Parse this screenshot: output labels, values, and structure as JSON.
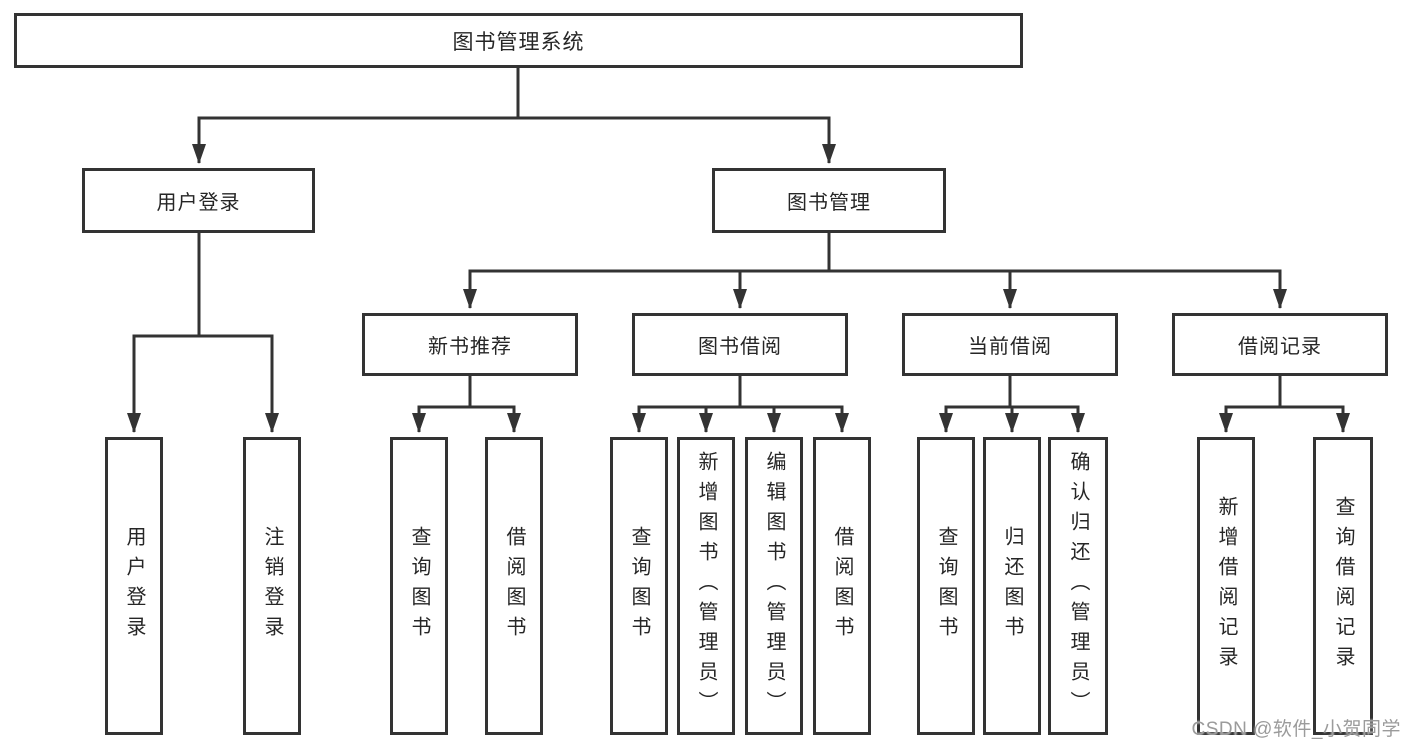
{
  "tree": {
    "root": "图书管理系统",
    "level1": [
      {
        "label": "用户登录",
        "children": [
          "用户登录",
          "注销登录"
        ]
      },
      {
        "label": "图书管理",
        "groups": [
          {
            "label": "新书推荐",
            "children": [
              "查询图书",
              "借阅图书"
            ]
          },
          {
            "label": "图书借阅",
            "children": [
              "查询图书",
              "新增图书（管理员）",
              "编辑图书（管理员）",
              "借阅图书"
            ]
          },
          {
            "label": "当前借阅",
            "children": [
              "查询图书",
              "归还图书",
              "确认归还（管理员）"
            ]
          },
          {
            "label": "借阅记录",
            "children": [
              "新增借阅记录",
              "查询借阅记录"
            ]
          }
        ]
      }
    ]
  },
  "watermark": {
    "text": "CSDN @软件_小贺同学"
  },
  "colors": {
    "line": "#333333",
    "border": "#333333",
    "fill": "#ffffff",
    "text": "#262626",
    "watermark": "#9b9b9b"
  }
}
